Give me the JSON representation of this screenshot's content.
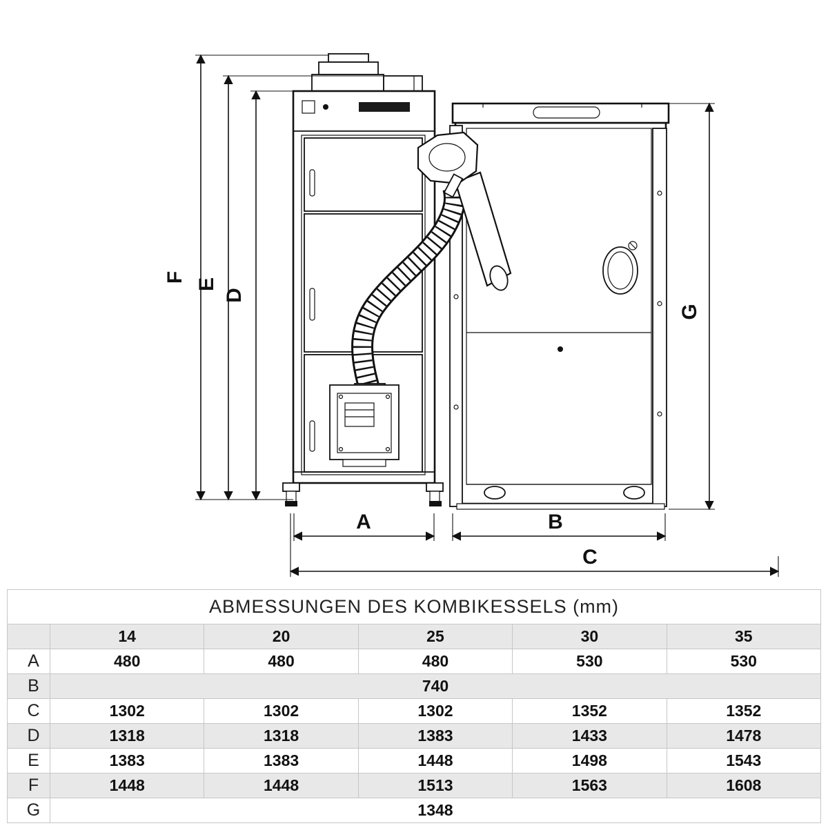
{
  "diagram": {
    "dim_labels": {
      "A": "A",
      "B": "B",
      "C": "C",
      "D": "D",
      "E": "E",
      "F": "F",
      "G": "G"
    }
  },
  "table": {
    "title": "ABMESSUNGEN DES KOMBIKESSELS (mm)",
    "columns": [
      "14",
      "20",
      "25",
      "30",
      "35"
    ],
    "rows": [
      {
        "label": "A",
        "values": [
          "480",
          "480",
          "480",
          "530",
          "530"
        ],
        "shaded": false
      },
      {
        "label": "B",
        "span": "740",
        "shaded": true
      },
      {
        "label": "C",
        "values": [
          "1302",
          "1302",
          "1302",
          "1352",
          "1352"
        ],
        "shaded": false
      },
      {
        "label": "D",
        "values": [
          "1318",
          "1318",
          "1383",
          "1433",
          "1478"
        ],
        "shaded": true
      },
      {
        "label": "E",
        "values": [
          "1383",
          "1383",
          "1448",
          "1498",
          "1543"
        ],
        "shaded": false
      },
      {
        "label": "F",
        "values": [
          "1448",
          "1448",
          "1513",
          "1563",
          "1608"
        ],
        "shaded": true
      },
      {
        "label": "G",
        "span": "1348",
        "shaded": false
      }
    ]
  }
}
